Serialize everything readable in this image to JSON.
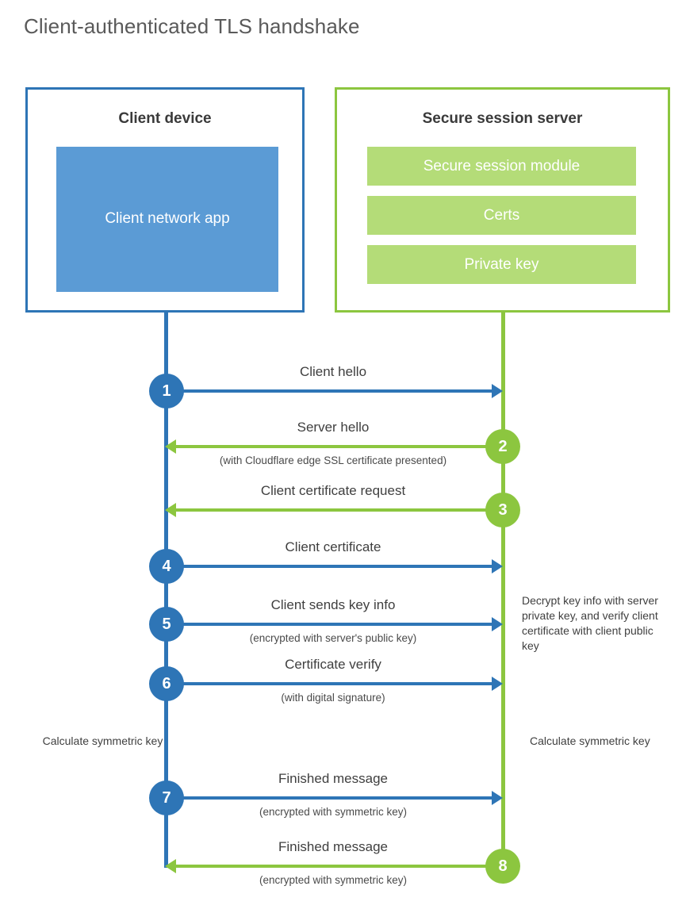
{
  "title": "Client-authenticated TLS handshake",
  "colors": {
    "client_accent": "#2E75B6",
    "client_fill": "#5B9BD5",
    "server_accent": "#8CC63F",
    "server_fill": "#B4DC78",
    "text": "#3f3f3f",
    "title_text": "#5a5a5a",
    "background": "#ffffff"
  },
  "client": {
    "title": "Client device",
    "app_label": "Client network app"
  },
  "server": {
    "title": "Secure session server",
    "components": [
      "Secure session module",
      "Certs",
      "Private key"
    ]
  },
  "steps": [
    {
      "number": "1",
      "label": "Client hello",
      "sub": "",
      "direction": "right",
      "origin": "client"
    },
    {
      "number": "2",
      "label": "Server hello",
      "sub": "(with Cloudflare edge SSL certificate presented)",
      "direction": "left",
      "origin": "server"
    },
    {
      "number": "3",
      "label": "Client certificate request",
      "sub": "",
      "direction": "left",
      "origin": "server"
    },
    {
      "number": "4",
      "label": "Client certificate",
      "sub": "",
      "direction": "right",
      "origin": "client"
    },
    {
      "number": "5",
      "label": "Client sends key info",
      "sub": "(encrypted with server's public key)",
      "direction": "right",
      "origin": "client"
    },
    {
      "number": "6",
      "label": "Certificate verify",
      "sub": "(with digital signature)",
      "direction": "right",
      "origin": "client"
    },
    {
      "number": "7",
      "label": "Finished message",
      "sub": "(encrypted with symmetric key)",
      "direction": "right",
      "origin": "client"
    },
    {
      "number": "8",
      "label": "Finished message",
      "sub": "(encrypted with symmetric key)",
      "direction": "left",
      "origin": "server"
    }
  ],
  "notes": {
    "decrypt": "Decrypt key info with server private key, and verify client certificate with client public key",
    "calculate_client": "Calculate symmetric key",
    "calculate_server": "Calculate symmetric key"
  }
}
